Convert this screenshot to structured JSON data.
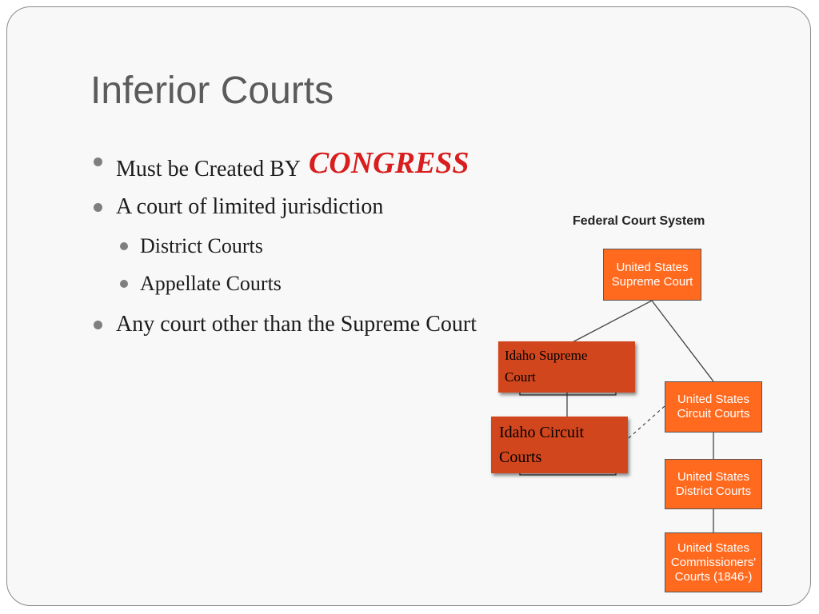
{
  "slide": {
    "title": "Inferior Courts",
    "bullets": {
      "b1_prefix": "Must be Created BY",
      "b1_emphasis": "CONGRESS",
      "b2": "A court of limited jurisdiction",
      "b3": "District Courts",
      "b4": "Appellate Courts",
      "b5": "Any court other than the Supreme Court"
    },
    "colors": {
      "emphasis": "#d81e1e",
      "federal_box": "#ff6a1f",
      "idaho_box": "#d2461e",
      "bullet_dot": "#7f7f7f"
    }
  },
  "diagram": {
    "title": "Federal Court System",
    "federal": {
      "supreme": "United States\nSupreme Court",
      "circuit": "United States\nCircuit Courts",
      "district": "United States\nDistrict Courts",
      "commissioners": "United States\nCommissioners'\nCourts (1846-)"
    },
    "idaho": {
      "supreme": "Idaho Supreme\nCourt",
      "circuit": "Idaho Circuit\nCourts"
    }
  }
}
